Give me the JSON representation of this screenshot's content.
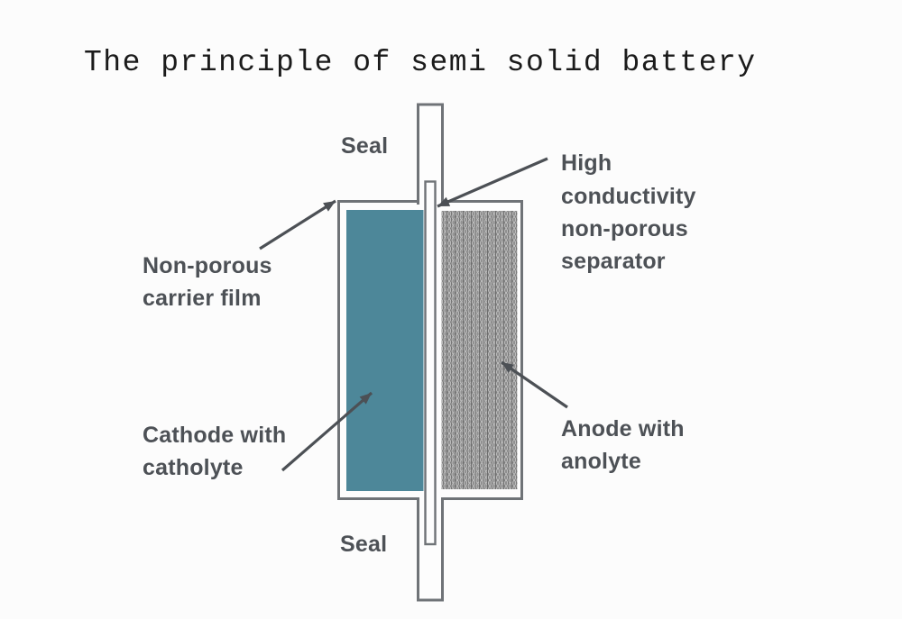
{
  "title": "The principle of semi solid battery",
  "labels": {
    "seal_top": "Seal",
    "seal_bottom": "Seal",
    "separator": {
      "l1": "High",
      "l2": "conductivity",
      "l3": "non-porous",
      "l4": "separator"
    },
    "carrier_film": {
      "l1": "Non-porous",
      "l2": "carrier film"
    },
    "cathode": {
      "l1": "Cathode with",
      "l2": "catholyte"
    },
    "anode": {
      "l1": "Anode with",
      "l2": "anolyte"
    }
  },
  "colors": {
    "background": "#fcfcfc",
    "outline": "#6f7377",
    "arrow": "#4c5055",
    "title_text": "#1b1b1b",
    "label_text": "#4d5156",
    "cell_fill": "#fdfdfd",
    "cathode_fill": "#4d8799",
    "anode_base": "#909090",
    "anode_dark": "#6e6e6e",
    "anode_light": "#c4c4c4"
  }
}
